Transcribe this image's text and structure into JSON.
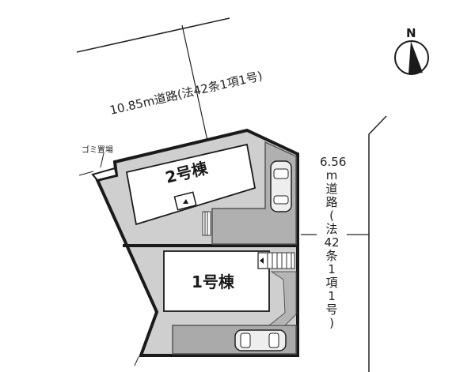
{
  "compass": {
    "label": "N"
  },
  "roads": {
    "north": {
      "label": "10.85m道路(法42条1項1号)"
    },
    "east": {
      "width": "6.56",
      "unit_chars": [
        "m",
        "道",
        "路",
        "(",
        "法",
        "42",
        "条",
        "1",
        "項",
        "1",
        "号",
        ")"
      ]
    }
  },
  "annotations": {
    "garbage": "ゴミ置場"
  },
  "buildings": [
    {
      "id": "b2",
      "label": "2号棟"
    },
    {
      "id": "b1",
      "label": "1号棟"
    }
  ],
  "colors": {
    "lot_fill": "#cfcfcf",
    "parking_fill": "#a9a9a9",
    "line": "#1a1a1a",
    "building_fill": "#ffffff"
  }
}
